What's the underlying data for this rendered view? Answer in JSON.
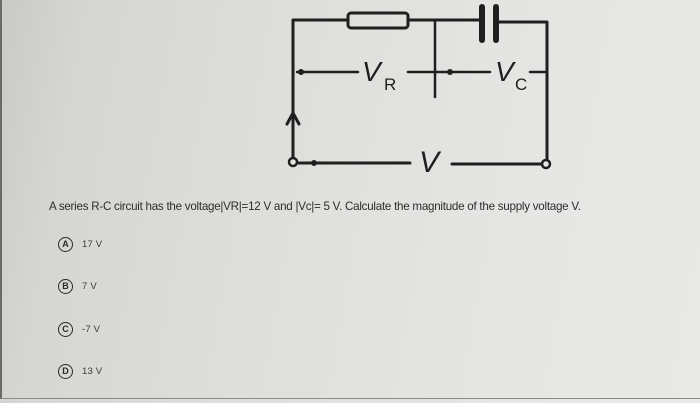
{
  "diagram": {
    "type": "series R-C circuit",
    "labels": {
      "resistor_voltage": "V",
      "resistor_voltage_sub": "R",
      "capacitor_voltage": "V",
      "capacitor_voltage_sub": "C",
      "supply_voltage": "V"
    },
    "components": [
      "resistor",
      "capacitor",
      "supply terminals"
    ]
  },
  "question": {
    "text": "A series R-C circuit has the voltage|VR|=12 V and  |Vc|= 5 V. Calculate the magnitude of the supply voltage V."
  },
  "options": [
    {
      "letter": "A",
      "value": "17 V"
    },
    {
      "letter": "B",
      "value": "7 V"
    },
    {
      "letter": "C",
      "value": "-7 V"
    },
    {
      "letter": "D",
      "value": "13 V"
    }
  ],
  "colors": {
    "background": "#e2e2df",
    "text": "#2e2e2e",
    "ink": "#222222"
  }
}
